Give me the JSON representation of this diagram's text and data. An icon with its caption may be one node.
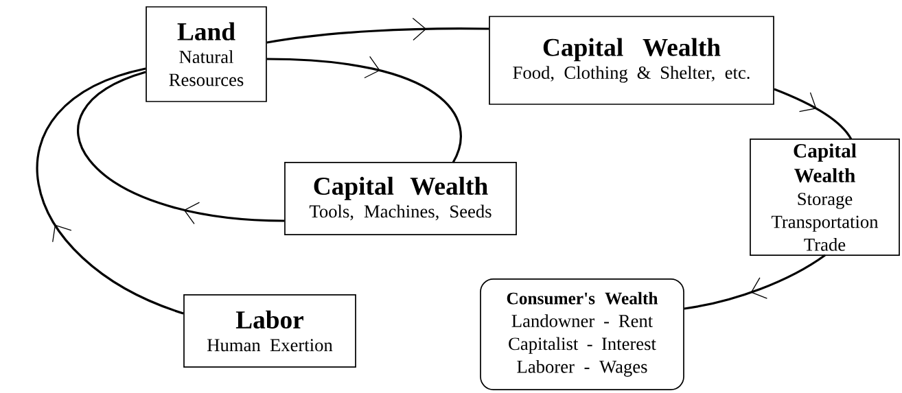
{
  "diagram": {
    "nodes": [
      {
        "text": [
          "Land",
          "Natural Resources"
        ]
      },
      {
        "text": [
          "Capital Wealth",
          "Food, Clothing & Shelter, etc."
        ]
      },
      {
        "text": [
          "Capital Wealth",
          "Tools, Machines, Seeds"
        ]
      },
      {
        "text": [
          "Capital Wealth",
          "Storage Transportation Trade"
        ]
      },
      {
        "text": [
          "Consumer's Wealth",
          "Landowner - Rent Capitalist - Interest Laborer - Wages"
        ]
      },
      {
        "text": [
          "Labor",
          "Human Exertion"
        ]
      }
    ],
    "edges": [
      {
        "from": 0,
        "to": 1,
        "arrow": "to"
      },
      {
        "from": 1,
        "to": 3,
        "arrow": "to"
      },
      {
        "from": 3,
        "to": 4,
        "arrow": "to"
      },
      {
        "from": 0,
        "to": 2,
        "arrow": "to"
      },
      {
        "from": 2,
        "to": 0,
        "arrow": "to"
      },
      {
        "from": 5,
        "to": 0,
        "arrow": "to"
      }
    ]
  }
}
